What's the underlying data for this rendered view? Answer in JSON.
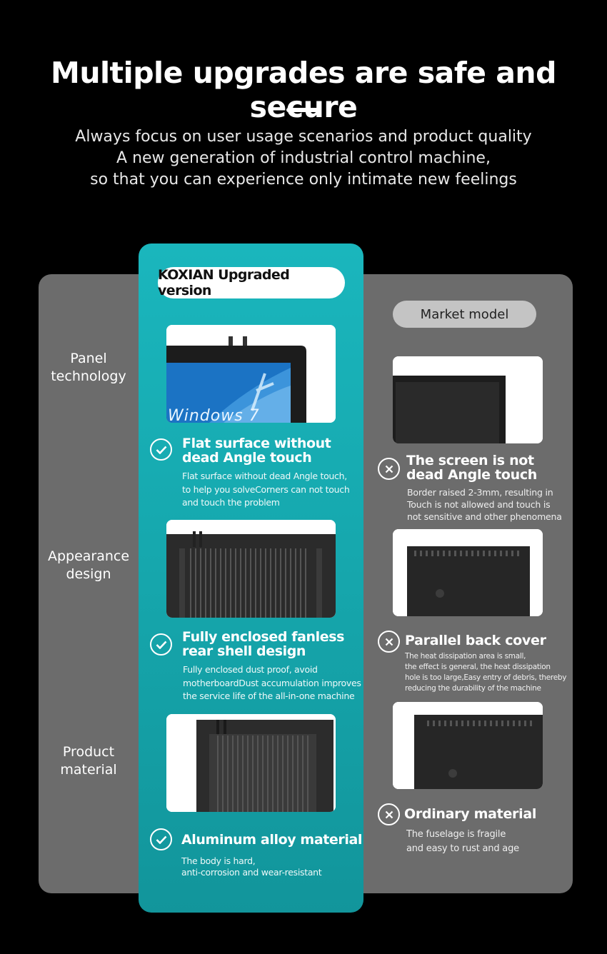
{
  "header": {
    "title": "Multiple upgrades are safe and secure",
    "subtitle_lines": [
      "Always focus on user usage scenarios and product quality",
      "A new generation of industrial control machine,",
      "so that you can experience only intimate new feelings"
    ]
  },
  "columns": {
    "upgraded_label": "KOXIAN Upgraded version",
    "market_label": "Market model"
  },
  "row_labels": [
    [
      "Panel",
      "technology"
    ],
    [
      "Appearance",
      "design"
    ],
    [
      "Product",
      "material"
    ]
  ],
  "upgraded_features": [
    {
      "title_lines": [
        "Flat surface without",
        "dead Angle touch"
      ],
      "desc_lines": [
        "Flat surface without dead Angle touch,",
        "to help you solveCorners can not touch",
        "and touch the problem"
      ],
      "image_text": "Windows 7"
    },
    {
      "title_lines": [
        "Fully enclosed fanless",
        "rear shell design"
      ],
      "desc_lines": [
        "Fully enclosed dust proof, avoid",
        "motherboardDust accumulation improves",
        "the service life of the all-in-one machine"
      ]
    },
    {
      "title_lines": [
        "Aluminum alloy material"
      ],
      "desc_lines": [
        "The body is hard,",
        "anti-corrosion and wear-resistant"
      ]
    }
  ],
  "market_features": [
    {
      "title_lines": [
        "The screen is not",
        "dead Angle touch"
      ],
      "desc_lines": [
        "Border raised 2-3mm, resulting in",
        "Touch is not allowed and touch is",
        "not sensitive and other phenomena"
      ]
    },
    {
      "title_lines": [
        "Parallel back cover"
      ],
      "desc_lines": [
        "The heat dissipation area is small,",
        "the effect is general, the heat dissipation",
        "hole is too large,Easy entry of debris, thereby",
        "reducing the durability of the machine"
      ]
    },
    {
      "title_lines": [
        "Ordinary material"
      ],
      "desc_lines": [
        "The fuselage is fragile",
        "and easy to rust and age"
      ]
    }
  ],
  "colors": {
    "background": "#000000",
    "teal": "#16a8ae",
    "gray_panel": "#6c6c6c",
    "market_pill": "#c4c4c4"
  }
}
